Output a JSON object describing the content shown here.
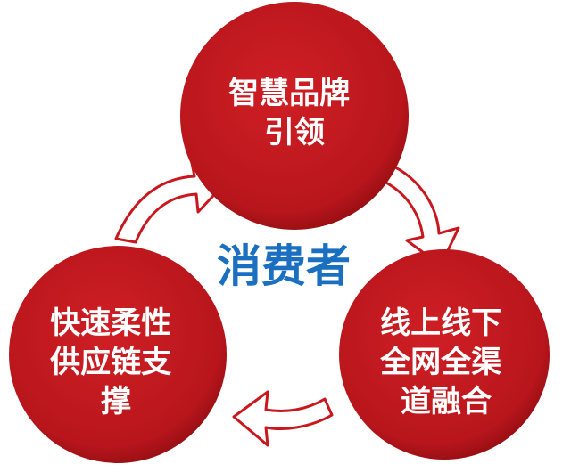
{
  "center": {
    "label": "消费者"
  },
  "nodes": [
    {
      "lines": [
        "智慧品牌",
        "引领"
      ]
    },
    {
      "lines": [
        "线上线下",
        "全网全渠",
        "道融合"
      ]
    },
    {
      "lines": [
        "快速柔性",
        "供应链支",
        "撑"
      ]
    }
  ],
  "colors": {
    "node_fill": "#b8161c",
    "node_edge": "#8c0c10",
    "text": "#ffffff",
    "center_text": "#1a6fc0",
    "arrow_fill": "#ffffff",
    "arrow_stroke": "#c8181e"
  }
}
